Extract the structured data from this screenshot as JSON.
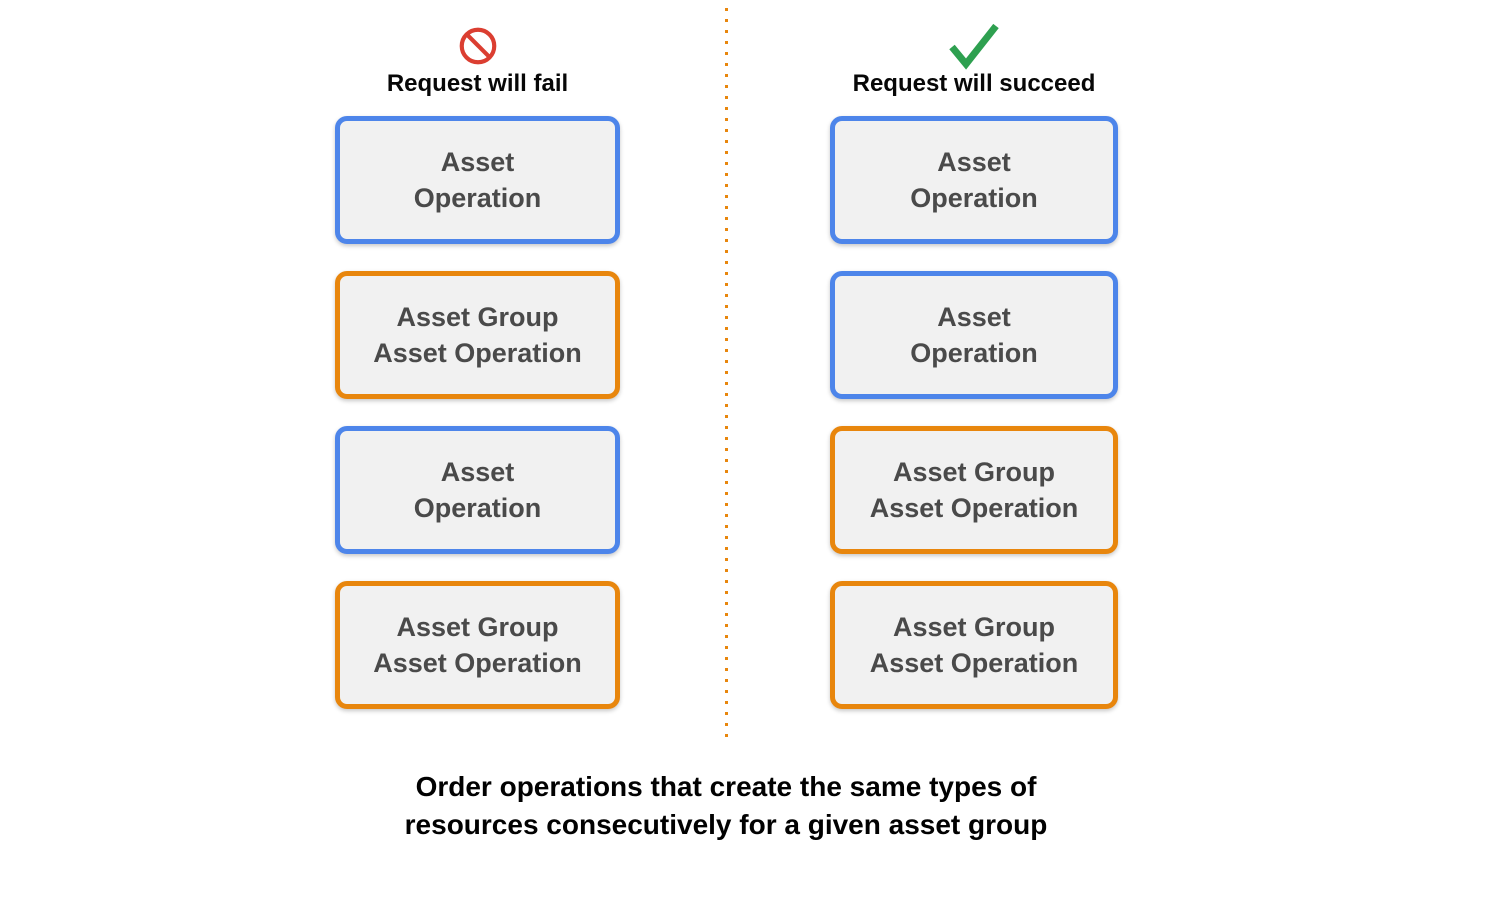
{
  "colors": {
    "blue": "#4D85EA",
    "orange": "#E8860D",
    "red": "#DB3E31",
    "green": "#2EA050",
    "box_fill": "#F1F1F1",
    "box_text": "#4A4A4A",
    "divider": "#E8860D"
  },
  "columns": [
    {
      "id": "fail",
      "icon": "prohibited-icon",
      "title": "Request will fail",
      "boxes": [
        {
          "type": "asset-operation",
          "style": "blue",
          "line1": "Asset",
          "line2": "Operation"
        },
        {
          "type": "asset-group-asset-operation",
          "style": "orange",
          "line1": "Asset Group",
          "line2": "Asset Operation"
        },
        {
          "type": "asset-operation",
          "style": "blue",
          "line1": "Asset",
          "line2": "Operation"
        },
        {
          "type": "asset-group-asset-operation",
          "style": "orange",
          "line1": "Asset Group",
          "line2": "Asset Operation"
        }
      ]
    },
    {
      "id": "succeed",
      "icon": "checkmark-icon",
      "title": "Request will succeed",
      "boxes": [
        {
          "type": "asset-operation",
          "style": "blue",
          "line1": "Asset",
          "line2": "Operation"
        },
        {
          "type": "asset-operation",
          "style": "blue",
          "line1": "Asset",
          "line2": "Operation"
        },
        {
          "type": "asset-group-asset-operation",
          "style": "orange",
          "line1": "Asset Group",
          "line2": "Asset Operation"
        },
        {
          "type": "asset-group-asset-operation",
          "style": "orange",
          "line1": "Asset Group",
          "line2": "Asset Operation"
        }
      ]
    }
  ],
  "caption": {
    "line1": "Order operations that create the same types of",
    "line2": "resources consecutively for a given asset group"
  }
}
